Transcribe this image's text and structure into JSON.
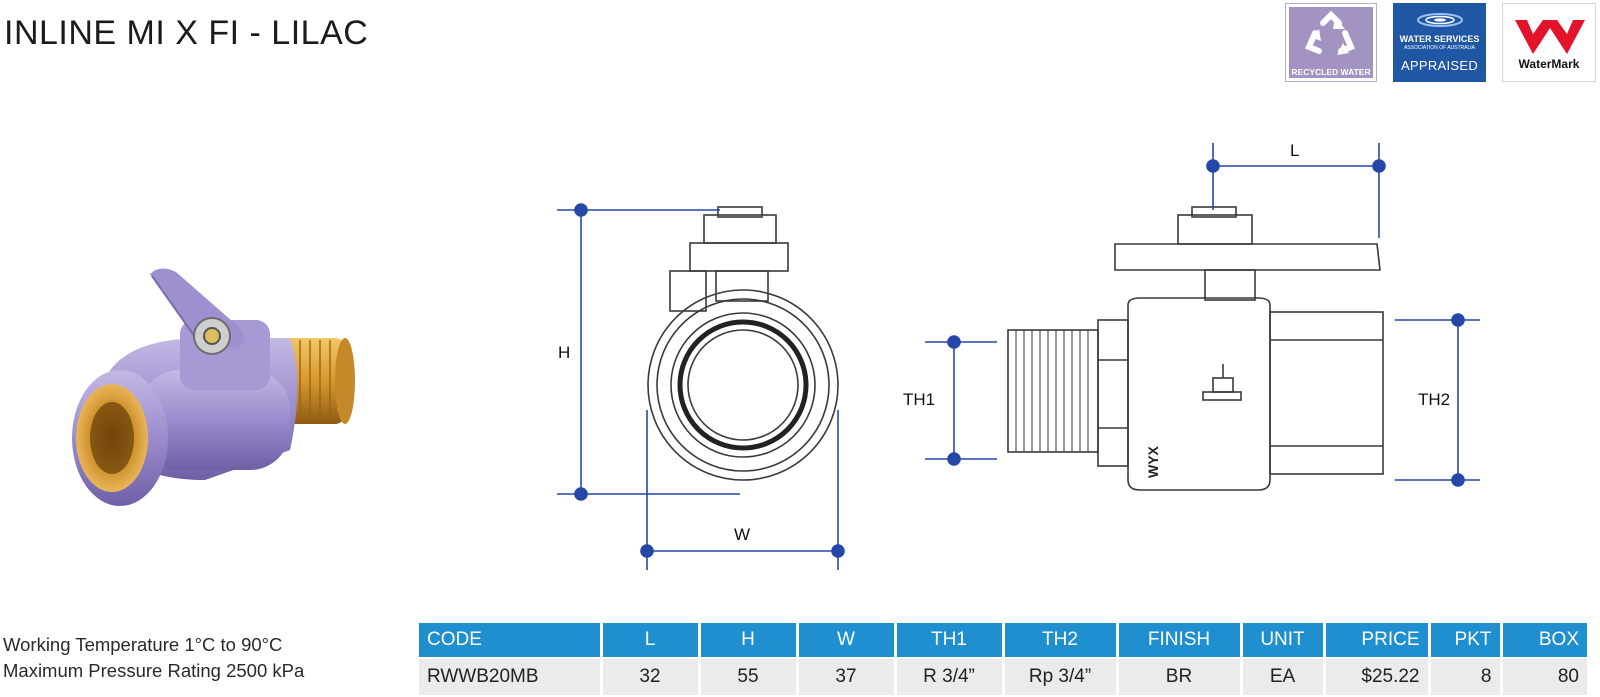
{
  "page": {
    "title": "INLINE MI X FI - LILAC"
  },
  "badges": {
    "recycled": {
      "caption": "RECYCLED WATER",
      "icon": "recycle-icon"
    },
    "wsaa": {
      "line1": "WATER SERVICES",
      "line2": "ASSOCIATION OF AUSTRALIA",
      "line3": "APPRAISED"
    },
    "watermark": {
      "label": "WaterMark",
      "icon": "watermark-w-icon"
    }
  },
  "drawing": {
    "labels": {
      "H": "H",
      "W": "W",
      "L": "L",
      "TH1": "TH1",
      "TH2": "TH2"
    },
    "engraving": "WYX",
    "colors": {
      "dimension": "#2447a8",
      "outline": "#3a3a3a"
    }
  },
  "specs": {
    "line1": "Working Temperature 1°C to 90°C",
    "line2": "Maximum Pressure Rating  2500 kPa"
  },
  "table": {
    "headers": [
      "CODE",
      "L",
      "H",
      "W",
      "TH1",
      "TH2",
      "FINISH",
      "UNIT",
      "PRICE",
      "PKT",
      "BOX"
    ],
    "rows": [
      [
        "RWWB20MB",
        "32",
        "55",
        "37",
        "R 3/4”",
        "Rp 3/4”",
        "BR",
        "EA",
        "$25.22",
        "8",
        "80"
      ]
    ],
    "colors": {
      "header_bg": "#1f8fd0",
      "row_bg": "#ebebeb"
    }
  }
}
